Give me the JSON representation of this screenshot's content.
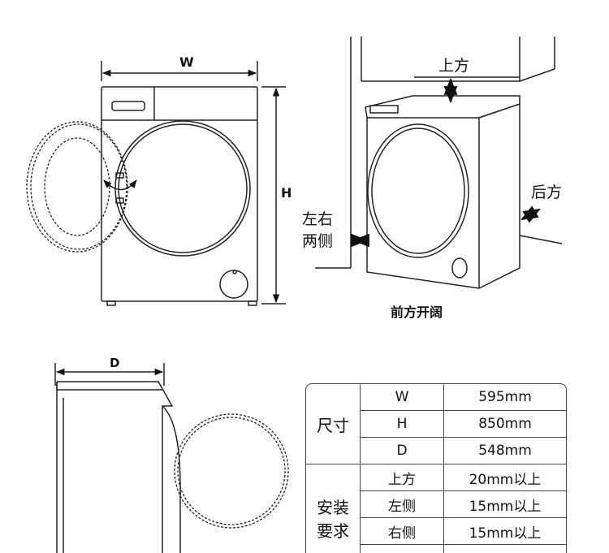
{
  "front_view": {
    "width_label": "W",
    "height_label": "H"
  },
  "side_view": {
    "depth_label": "D"
  },
  "clearance_view": {
    "top_label": "上方",
    "back_label": "后方",
    "sides_label_line1": "左右",
    "sides_label_line2": "两侧",
    "front_label": "前方开阔"
  },
  "spec_table": {
    "groups": [
      {
        "label": "尺寸",
        "rows": [
          {
            "key": "W",
            "value": "595mm"
          },
          {
            "key": "H",
            "value": "850mm"
          },
          {
            "key": "D",
            "value": "548mm"
          }
        ]
      },
      {
        "label_line1": "安装",
        "label_line2": "要求",
        "rows": [
          {
            "key": "上方",
            "value": "20mm以上"
          },
          {
            "key": "左侧",
            "value": "15mm以上"
          },
          {
            "key": "右侧",
            "value": "15mm以上"
          }
        ]
      }
    ]
  }
}
